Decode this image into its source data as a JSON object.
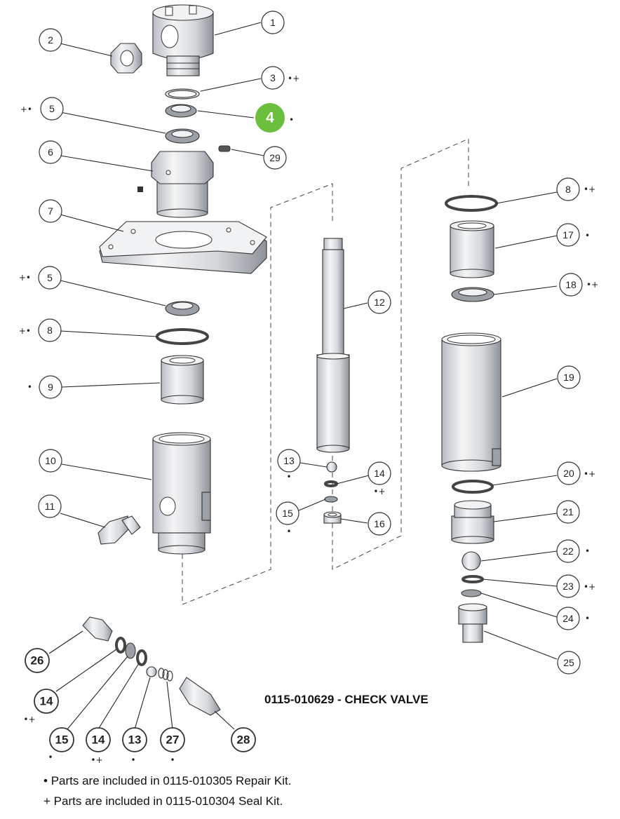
{
  "title": "0115-010629 - CHECK VALVE",
  "notes": [
    {
      "symbol": "•",
      "text": "Parts are included in 0115-010305 Repair Kit."
    },
    {
      "symbol": "+",
      "text": "Parts are included in 0115-010304 Seal Kit."
    }
  ],
  "callouts": [
    {
      "label": "1",
      "marker": ""
    },
    {
      "label": "2",
      "marker": ""
    },
    {
      "label": "3",
      "marker": "•+"
    },
    {
      "label": "4",
      "marker": "•",
      "highlight": true
    },
    {
      "label": "5",
      "marker": "+•"
    },
    {
      "label": "29",
      "marker": ""
    },
    {
      "label": "6",
      "marker": ""
    },
    {
      "label": "7",
      "marker": ""
    },
    {
      "label": "5",
      "marker": "+•"
    },
    {
      "label": "8",
      "marker": "+•"
    },
    {
      "label": "9",
      "marker": "•"
    },
    {
      "label": "10",
      "marker": ""
    },
    {
      "label": "11",
      "marker": ""
    },
    {
      "label": "12",
      "marker": ""
    },
    {
      "label": "13",
      "marker": "•"
    },
    {
      "label": "14",
      "marker": "•+"
    },
    {
      "label": "15",
      "marker": "•"
    },
    {
      "label": "16",
      "marker": ""
    },
    {
      "label": "8",
      "marker": "•+"
    },
    {
      "label": "17",
      "marker": "•"
    },
    {
      "label": "18",
      "marker": "•+"
    },
    {
      "label": "19",
      "marker": ""
    },
    {
      "label": "20",
      "marker": "•+"
    },
    {
      "label": "21",
      "marker": ""
    },
    {
      "label": "22",
      "marker": "•"
    },
    {
      "label": "23",
      "marker": "•+"
    },
    {
      "label": "24",
      "marker": "•"
    },
    {
      "label": "25",
      "marker": ""
    },
    {
      "label": "26",
      "marker": ""
    },
    {
      "label": "14",
      "marker": "•+"
    },
    {
      "label": "15",
      "marker": "•"
    },
    {
      "label": "14",
      "marker": "•+"
    },
    {
      "label": "13",
      "marker": "•"
    },
    {
      "label": "27",
      "marker": "•"
    },
    {
      "label": "28",
      "marker": ""
    }
  ]
}
